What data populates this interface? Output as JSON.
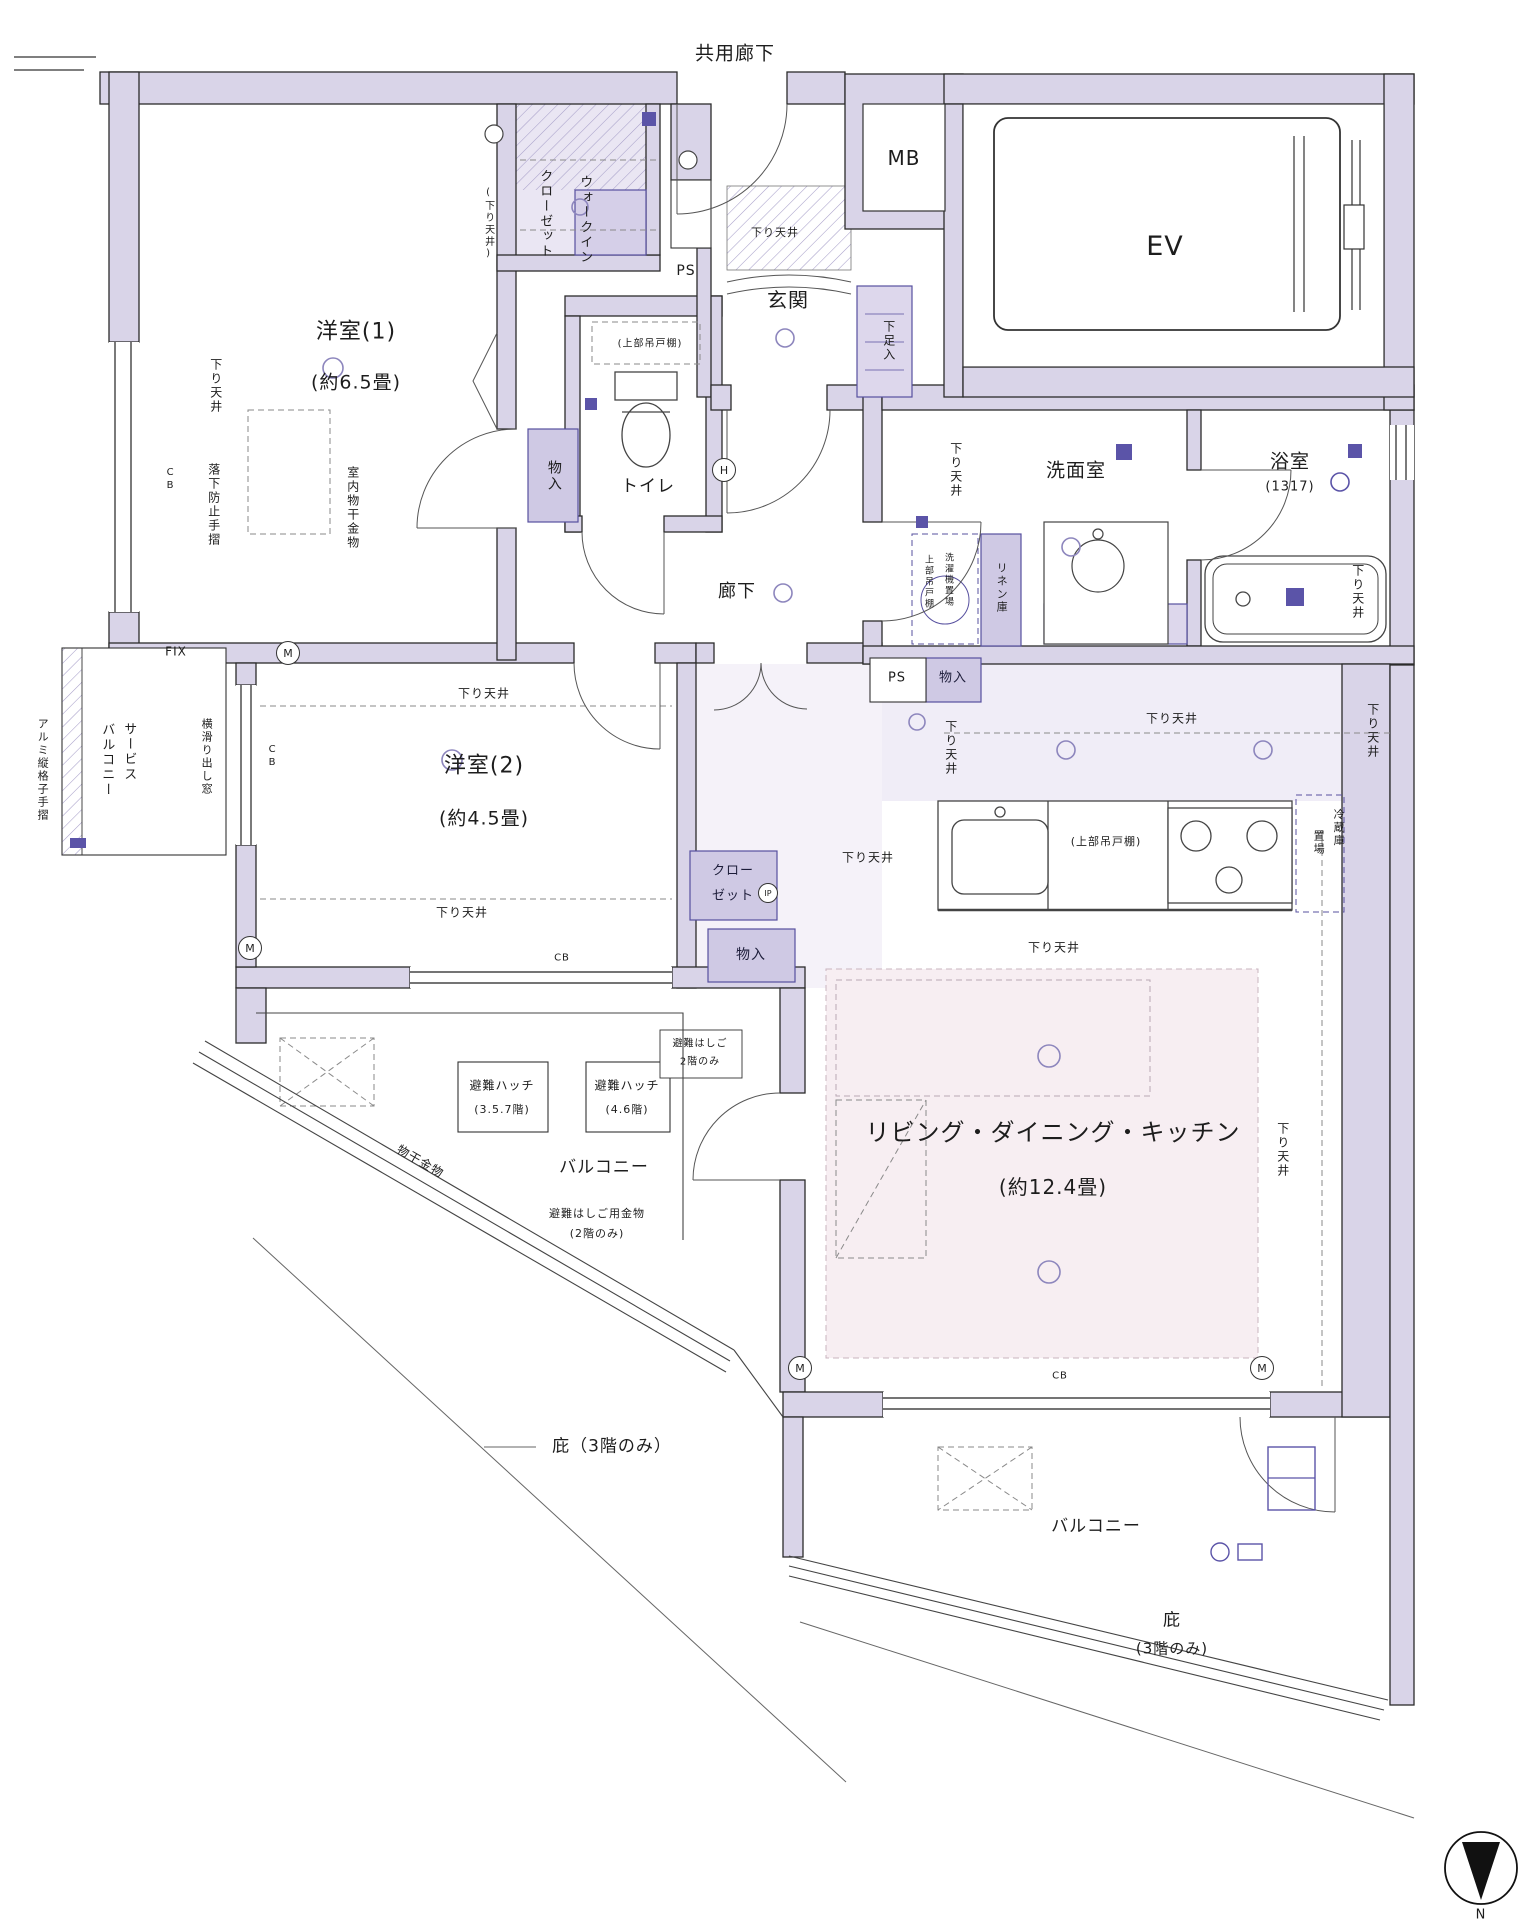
{
  "top": {
    "common_corridor": "共用廊下",
    "mb": "MB",
    "ev": "EV",
    "entrance": "玄関",
    "ps": "PS",
    "shoe_box": "下足入",
    "walkin_line1": "ウォークイン",
    "walkin_line2": "クローゼット"
  },
  "rooms": {
    "western1": {
      "name": "洋室(1)",
      "size": "(約6.5畳)"
    },
    "western2": {
      "name": "洋室(2)",
      "size": "(約4.5畳)"
    },
    "ldk": {
      "name": "リビング・ダイニング・キッチン",
      "size": "(約12.4畳)"
    },
    "toilet": "トイレ",
    "washroom": "洗面室",
    "bath": {
      "name": "浴室",
      "size": "(1317)"
    },
    "hallway": "廊下"
  },
  "storage": {
    "monoire1": "物入",
    "monoire2": "物入",
    "monoire3": "物入",
    "closet_line1": "クロー",
    "closet_line2": "ゼット",
    "linen": "リネン庫",
    "washer": "洗濯機置場",
    "washer_shelf": "上部吊戸棚",
    "upper_cabinet_toilet": "(上部吊戸棚)",
    "upper_cabinet_kitchen": "(上部吊戸棚)",
    "fridge_line1": "冷蔵庫",
    "fridge_line2": "置場",
    "ps2": "PS"
  },
  "left": {
    "fall_rail": "落下防止手摺",
    "indoor_hanger": "室内物干金物",
    "service_balcony_line1": "サービス",
    "service_balcony_line2": "バルコニー",
    "aluminum_rail": "アルミ縦格子手摺",
    "sliding_window": "横滑り出し窓"
  },
  "balcony": {
    "left_label": "バルコニー",
    "bottom_label": "バルコニー",
    "hatch1_line1": "避難ハッチ",
    "hatch1_line2": "(3.5.7階)",
    "hatch2_line1": "避難ハッチ",
    "hatch2_line2": "(4.6階)",
    "ladder_note_line1": "避難はしご",
    "ladder_note_line2": "2階のみ",
    "hanger": "物干金物",
    "ladder_metal_line1": "避難はしご用金物",
    "ladder_metal_line2": "(2階のみ)",
    "eaves_left": "庇（3階のみ）",
    "eaves_right_line1": "庇",
    "eaves_right_line2": "(3階のみ)"
  },
  "down_ceiling": "下り天井",
  "down_ceiling_paren": "(下り天井)",
  "cb": "CB",
  "fix": "FIX",
  "marks": {
    "m": "M",
    "h": "H",
    "ip": "IP"
  },
  "compass": {
    "n": "N"
  }
}
